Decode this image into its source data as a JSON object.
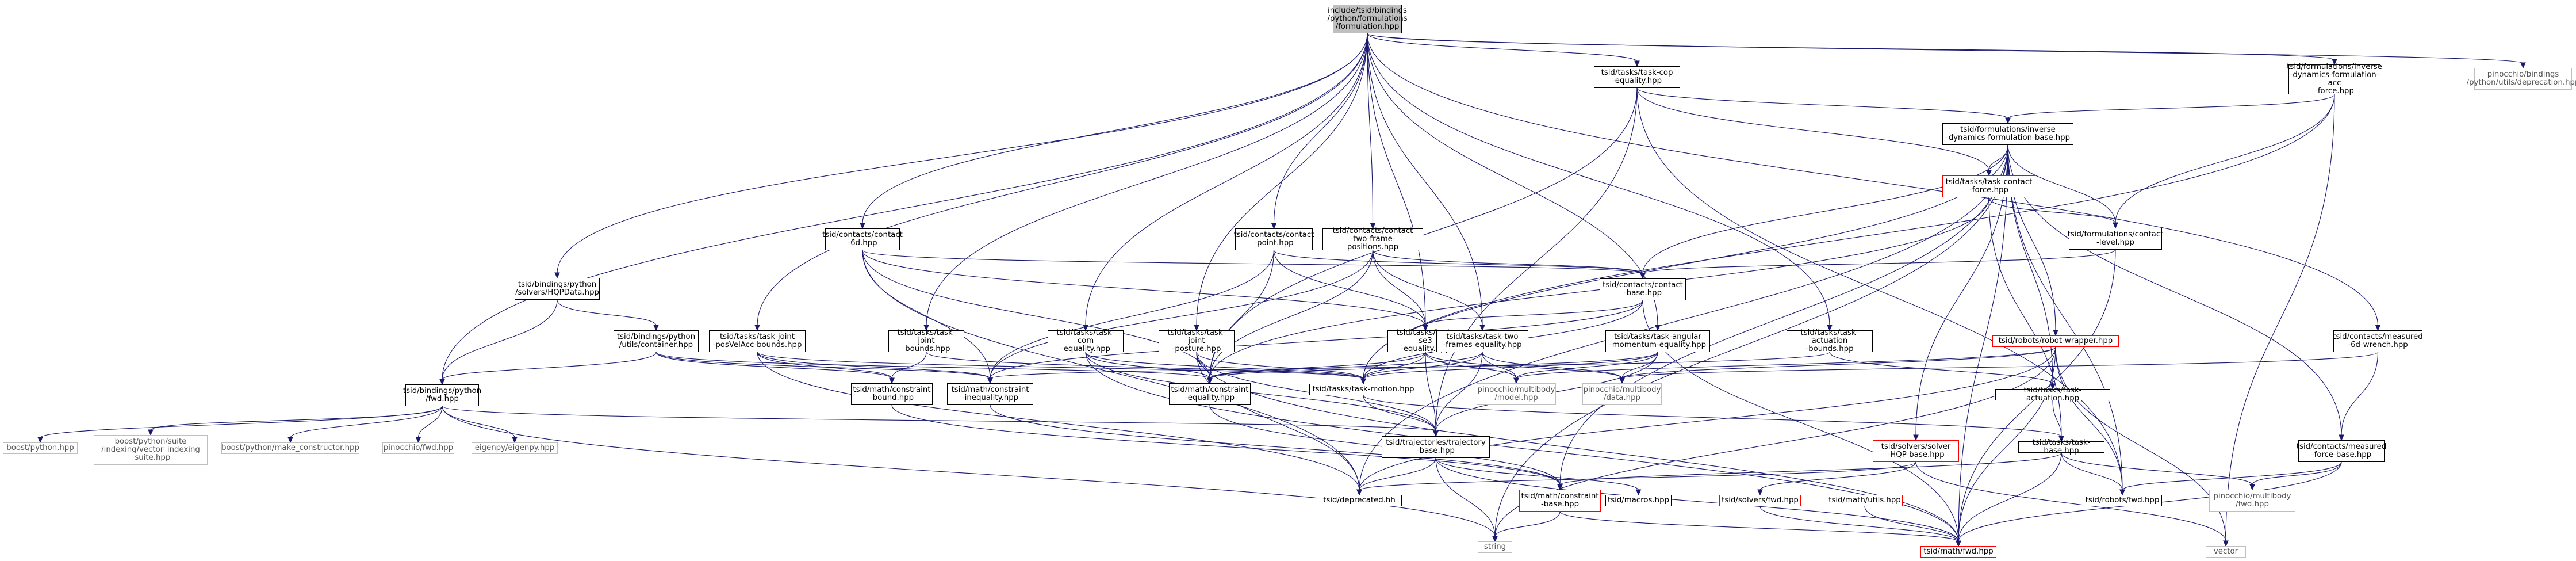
{
  "colors": {
    "edge": "#191970",
    "root_fill": "#bfbfbf",
    "red_border": "#ff0000",
    "external_border": "#bfbfbf",
    "node_border": "#000000"
  },
  "nodes": [
    {
      "id": "root",
      "label": "include/tsid/bindings\n/python/formulations\n/formulation.hpp",
      "kind": "root"
    },
    {
      "id": "taskcop",
      "label": "tsid/tasks/task-cop\n-equality.hpp",
      "kind": "normal"
    },
    {
      "id": "invacc",
      "label": "tsid/formulations/inverse\n-dynamics-formulation-acc\n-force.hpp",
      "kind": "normal"
    },
    {
      "id": "deprec",
      "label": "pinocchio/bindings\n/python/utils/deprecation.hpp",
      "kind": "ext"
    },
    {
      "id": "invbase",
      "label": "tsid/formulations/inverse\n-dynamics-formulation-base.hpp",
      "kind": "normal"
    },
    {
      "id": "taskcontactforce",
      "label": "tsid/tasks/task-contact\n-force.hpp",
      "kind": "red"
    },
    {
      "id": "contactlevel",
      "label": "tsid/formulations/contact\n-level.hpp",
      "kind": "normal"
    },
    {
      "id": "contact6d",
      "label": "tsid/contacts/contact\n-6d.hpp",
      "kind": "normal"
    },
    {
      "id": "contactpoint",
      "label": "tsid/contacts/contact\n-point.hpp",
      "kind": "normal"
    },
    {
      "id": "contacttwo",
      "label": "tsid/contacts/contact\n-two-frame-positions.hpp",
      "kind": "normal"
    },
    {
      "id": "contactbase",
      "label": "tsid/contacts/contact\n-base.hpp",
      "kind": "normal"
    },
    {
      "id": "hqpdata",
      "label": "tsid/bindings/python\n/solvers/HQPData.hpp",
      "kind": "normal"
    },
    {
      "id": "container",
      "label": "tsid/bindings/python\n/utils/container.hpp",
      "kind": "normal"
    },
    {
      "id": "jointposvel",
      "label": "tsid/tasks/task-joint\n-posVelAcc-bounds.hpp",
      "kind": "normal"
    },
    {
      "id": "jointbounds",
      "label": "tsid/tasks/task-joint\n-bounds.hpp",
      "kind": "normal"
    },
    {
      "id": "taskcom",
      "label": "tsid/tasks/task-com\n-equality.hpp",
      "kind": "normal"
    },
    {
      "id": "jointposture",
      "label": "tsid/tasks/task-joint\n-posture.hpp",
      "kind": "normal"
    },
    {
      "id": "taskse3",
      "label": "tsid/tasks/task-se3\n-equality.hpp",
      "kind": "normal"
    },
    {
      "id": "tasktwoframes",
      "label": "tsid/tasks/task-two\n-frames-equality.hpp",
      "kind": "normal"
    },
    {
      "id": "taskangular",
      "label": "tsid/tasks/task-angular\n-momentum-equality.hpp",
      "kind": "normal"
    },
    {
      "id": "taskactbounds",
      "label": "tsid/tasks/task-actuation\n-bounds.hpp",
      "kind": "normal"
    },
    {
      "id": "robotwrapper",
      "label": "tsid/robots/robot-wrapper.hpp",
      "kind": "red"
    },
    {
      "id": "measured6d",
      "label": "tsid/contacts/measured\n-6d-wrench.hpp",
      "kind": "normal"
    },
    {
      "id": "pyfwd",
      "label": "tsid/bindings/python\n/fwd.hpp",
      "kind": "normal"
    },
    {
      "id": "constrbound",
      "label": "tsid/math/constraint\n-bound.hpp",
      "kind": "normal"
    },
    {
      "id": "constrineq",
      "label": "tsid/math/constraint\n-inequality.hpp",
      "kind": "normal"
    },
    {
      "id": "constreq",
      "label": "tsid/math/constraint\n-equality.hpp",
      "kind": "normal"
    },
    {
      "id": "taskmotion",
      "label": "tsid/tasks/task-motion.hpp",
      "kind": "normal"
    },
    {
      "id": "pinmodel",
      "label": "pinocchio/multibody\n/model.hpp",
      "kind": "ext"
    },
    {
      "id": "pindata",
      "label": "pinocchio/multibody\n/data.hpp",
      "kind": "ext"
    },
    {
      "id": "taskactuation",
      "label": "tsid/tasks/task-actuation.hpp",
      "kind": "normal"
    },
    {
      "id": "trajbase",
      "label": "tsid/trajectories/trajectory\n-base.hpp",
      "kind": "normal"
    },
    {
      "id": "solverhqp",
      "label": "tsid/solvers/solver\n-HQP-base.hpp",
      "kind": "red"
    },
    {
      "id": "taskbase",
      "label": "tsid/tasks/task-base.hpp",
      "kind": "normal"
    },
    {
      "id": "measuredbase",
      "label": "tsid/contacts/measured\n-force-base.hpp",
      "kind": "normal"
    },
    {
      "id": "boostpy",
      "label": "boost/python.hpp",
      "kind": "ext"
    },
    {
      "id": "boostsuite",
      "label": "boost/python/suite\n/indexing/vector_indexing\n_suite.hpp",
      "kind": "ext"
    },
    {
      "id": "boostmake",
      "label": "boost/python/make_constructor.hpp",
      "kind": "ext"
    },
    {
      "id": "pinfwd",
      "label": "pinocchio/fwd.hpp",
      "kind": "ext"
    },
    {
      "id": "eigenpy",
      "label": "eigenpy/eigenpy.hpp",
      "kind": "ext"
    },
    {
      "id": "deprecated",
      "label": "tsid/deprecated.hh",
      "kind": "normal"
    },
    {
      "id": "constrbase",
      "label": "tsid/math/constraint\n-base.hpp",
      "kind": "red"
    },
    {
      "id": "macros",
      "label": "tsid/macros.hpp",
      "kind": "normal"
    },
    {
      "id": "solversfwd",
      "label": "tsid/solvers/fwd.hpp",
      "kind": "red"
    },
    {
      "id": "mathutils",
      "label": "tsid/math/utils.hpp",
      "kind": "red"
    },
    {
      "id": "robotsfwd",
      "label": "tsid/robots/fwd.hpp",
      "kind": "normal"
    },
    {
      "id": "pinmbfwd",
      "label": "pinocchio/multibody\n/fwd.hpp",
      "kind": "ext"
    },
    {
      "id": "string",
      "label": "string",
      "kind": "ext"
    },
    {
      "id": "mathfwd",
      "label": "tsid/math/fwd.hpp",
      "kind": "red"
    },
    {
      "id": "vector",
      "label": "vector",
      "kind": "ext"
    }
  ],
  "edges": [
    [
      "root",
      "taskcop"
    ],
    [
      "root",
      "invacc"
    ],
    [
      "root",
      "deprec"
    ],
    [
      "root",
      "contact6d"
    ],
    [
      "root",
      "contactpoint"
    ],
    [
      "root",
      "contacttwo"
    ],
    [
      "root",
      "hqpdata"
    ],
    [
      "root",
      "jointposvel"
    ],
    [
      "root",
      "jointbounds"
    ],
    [
      "root",
      "taskcom"
    ],
    [
      "root",
      "jointposture"
    ],
    [
      "root",
      "taskse3"
    ],
    [
      "root",
      "tasktwoframes"
    ],
    [
      "root",
      "taskangular"
    ],
    [
      "root",
      "taskactbounds"
    ],
    [
      "root",
      "measured6d"
    ],
    [
      "root",
      "pyfwd"
    ],
    [
      "taskcop",
      "invbase"
    ],
    [
      "taskcop",
      "taskcontactforce"
    ],
    [
      "taskcop",
      "constreq"
    ],
    [
      "taskcop",
      "trajbase"
    ],
    [
      "taskcop",
      "robotsfwd"
    ],
    [
      "invacc",
      "invbase"
    ],
    [
      "invacc",
      "contactlevel"
    ],
    [
      "invacc",
      "taskmotion"
    ],
    [
      "invacc",
      "vector"
    ],
    [
      "invbase",
      "taskcontactforce"
    ],
    [
      "invbase",
      "contactlevel"
    ],
    [
      "invbase",
      "contactbase"
    ],
    [
      "invbase",
      "robotwrapper"
    ],
    [
      "invbase",
      "taskactuation"
    ],
    [
      "invbase",
      "solverhqp"
    ],
    [
      "invbase",
      "measuredbase"
    ],
    [
      "invbase",
      "taskmotion"
    ],
    [
      "invbase",
      "constrbase"
    ],
    [
      "invbase",
      "deprecated"
    ],
    [
      "invbase",
      "string"
    ],
    [
      "invbase",
      "robotsfwd"
    ],
    [
      "invbase",
      "mathfwd"
    ],
    [
      "taskcontactforce",
      "contactlevel"
    ],
    [
      "taskcontactforce",
      "taskbase"
    ],
    [
      "taskcontactforce",
      "constreq"
    ],
    [
      "contactlevel",
      "contactbase"
    ],
    [
      "contactlevel",
      "mathfwd"
    ],
    [
      "contact6d",
      "contactbase"
    ],
    [
      "contact6d",
      "taskse3"
    ],
    [
      "contact6d",
      "constrineq"
    ],
    [
      "contact6d",
      "constreq"
    ],
    [
      "contact6d",
      "deprecated"
    ],
    [
      "contactpoint",
      "contactbase"
    ],
    [
      "contactpoint",
      "taskse3"
    ],
    [
      "contactpoint",
      "constrineq"
    ],
    [
      "contactpoint",
      "constreq"
    ],
    [
      "contacttwo",
      "contactbase"
    ],
    [
      "contacttwo",
      "taskse3"
    ],
    [
      "contacttwo",
      "tasktwoframes"
    ],
    [
      "contacttwo",
      "constrineq"
    ],
    [
      "contacttwo",
      "constreq"
    ],
    [
      "contactbase",
      "taskse3"
    ],
    [
      "contactbase",
      "constrineq"
    ],
    [
      "contactbase",
      "taskmotion"
    ],
    [
      "contactbase",
      "mathfwd"
    ],
    [
      "hqpdata",
      "pyfwd"
    ],
    [
      "hqpdata",
      "container"
    ],
    [
      "container",
      "pyfwd"
    ],
    [
      "container",
      "constreq"
    ],
    [
      "container",
      "constrineq"
    ],
    [
      "container",
      "constrbound"
    ],
    [
      "jointposvel",
      "constrbound"
    ],
    [
      "jointposvel",
      "constrineq"
    ],
    [
      "jointposvel",
      "taskmotion"
    ],
    [
      "jointposvel",
      "deprecated"
    ],
    [
      "jointbounds",
      "constrbound"
    ],
    [
      "jointbounds",
      "taskmotion"
    ],
    [
      "taskcom",
      "constreq"
    ],
    [
      "taskcom",
      "taskmotion"
    ],
    [
      "taskcom",
      "trajbase"
    ],
    [
      "taskcom",
      "mathfwd"
    ],
    [
      "jointposture",
      "constreq"
    ],
    [
      "jointposture",
      "taskmotion"
    ],
    [
      "jointposture",
      "trajbase"
    ],
    [
      "jointposture",
      "deprecated"
    ],
    [
      "jointposture",
      "mathfwd"
    ],
    [
      "taskse3",
      "constreq"
    ],
    [
      "taskse3",
      "taskmotion"
    ],
    [
      "taskse3",
      "trajbase"
    ],
    [
      "taskse3",
      "pinmodel"
    ],
    [
      "taskse3",
      "pindata"
    ],
    [
      "tasktwoframes",
      "constreq"
    ],
    [
      "tasktwoframes",
      "taskmotion"
    ],
    [
      "tasktwoframes",
      "trajbase"
    ],
    [
      "tasktwoframes",
      "pinmodel"
    ],
    [
      "tasktwoframes",
      "pindata"
    ],
    [
      "taskangular",
      "constreq"
    ],
    [
      "taskangular",
      "taskmotion"
    ],
    [
      "taskangular",
      "trajbase"
    ],
    [
      "taskangular",
      "pinmodel"
    ],
    [
      "taskangular",
      "pindata"
    ],
    [
      "taskactbounds",
      "taskactuation"
    ],
    [
      "taskactbounds",
      "constrineq"
    ],
    [
      "robotwrapper",
      "pinmodel"
    ],
    [
      "robotwrapper",
      "pindata"
    ],
    [
      "robotwrapper",
      "deprecated"
    ],
    [
      "robotwrapper",
      "robotsfwd"
    ],
    [
      "robotwrapper",
      "mathfwd"
    ],
    [
      "robotwrapper",
      "string"
    ],
    [
      "robotwrapper",
      "vector"
    ],
    [
      "measured6d",
      "measuredbase"
    ],
    [
      "measured6d",
      "pindata"
    ],
    [
      "pyfwd",
      "boostpy"
    ],
    [
      "pyfwd",
      "boostsuite"
    ],
    [
      "pyfwd",
      "boostmake"
    ],
    [
      "pyfwd",
      "pinfwd"
    ],
    [
      "pyfwd",
      "eigenpy"
    ],
    [
      "pyfwd",
      "trajbase"
    ],
    [
      "pyfwd",
      "string"
    ],
    [
      "constrbound",
      "constrbase"
    ],
    [
      "constrineq",
      "constrbase"
    ],
    [
      "constreq",
      "constrbase"
    ],
    [
      "taskmotion",
      "taskbase"
    ],
    [
      "taskmotion",
      "trajbase"
    ],
    [
      "taskactuation",
      "taskbase"
    ],
    [
      "trajbase",
      "deprecated"
    ],
    [
      "trajbase",
      "macros"
    ],
    [
      "trajbase",
      "mathfwd"
    ],
    [
      "trajbase",
      "string"
    ],
    [
      "solverhqp",
      "solversfwd"
    ],
    [
      "solverhqp",
      "deprecated"
    ],
    [
      "solverhqp",
      "vector"
    ],
    [
      "taskbase",
      "robotsfwd"
    ],
    [
      "taskbase",
      "pinmbfwd"
    ],
    [
      "taskbase",
      "mathfwd"
    ],
    [
      "taskbase",
      "constrbase"
    ],
    [
      "measuredbase",
      "robotsfwd"
    ],
    [
      "measuredbase",
      "pinmbfwd"
    ],
    [
      "measuredbase",
      "mathfwd"
    ],
    [
      "constrbase",
      "mathfwd"
    ],
    [
      "constrbase",
      "string"
    ],
    [
      "solversfwd",
      "mathfwd"
    ],
    [
      "mathutils",
      "mathfwd"
    ]
  ]
}
